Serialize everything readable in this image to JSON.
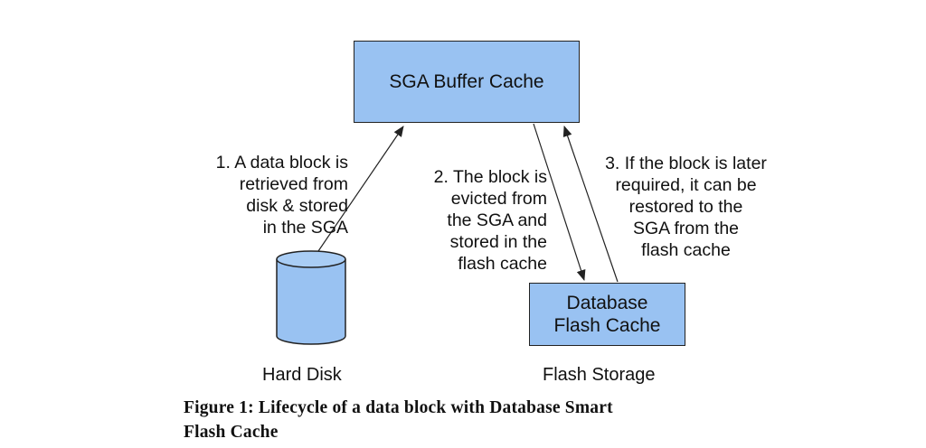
{
  "colors": {
    "box_fill": "#99c2f2",
    "outline": "#222222",
    "background": "#ffffff"
  },
  "nodes": {
    "sga_buffer_cache": "SGA Buffer Cache",
    "database_flash_cache_line1": "Database",
    "database_flash_cache_line2": "Flash Cache"
  },
  "notes": {
    "step1": [
      "1. A data block is",
      "retrieved from",
      "disk & stored",
      "in the SGA"
    ],
    "step2": [
      "2. The block is",
      "evicted from",
      "the SGA and",
      "stored in the",
      "flash cache"
    ],
    "step3": [
      "3. If the block is later",
      "required, it can be",
      "restored to the",
      "SGA from the",
      "flash cache"
    ]
  },
  "labels": {
    "hard_disk": "Hard Disk",
    "flash_storage": "Flash Storage"
  },
  "caption": {
    "line1": "Figure 1: Lifecycle of a data block with Database Smart",
    "line2": "Flash Cache"
  }
}
